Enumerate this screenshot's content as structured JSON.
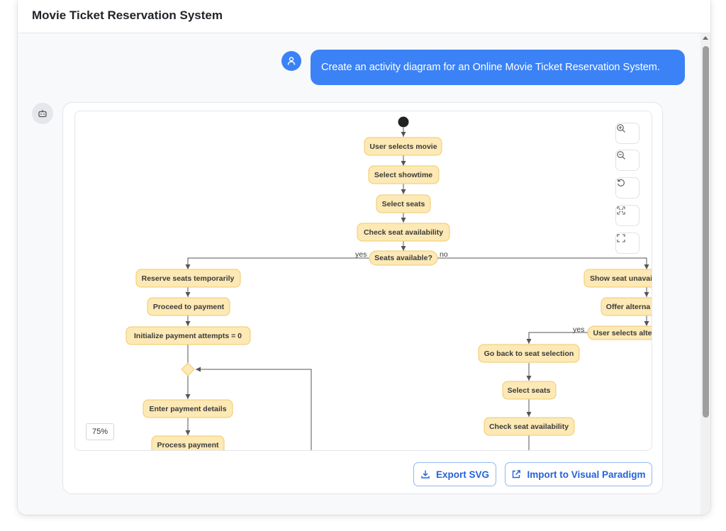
{
  "window": {
    "title": "Movie Ticket Reservation System"
  },
  "chat": {
    "user_message": "Create an activity diagram for an Online Movie Ticket Reservation System.",
    "user_avatar_icon": "user-icon",
    "bot_avatar_icon": "bot-icon"
  },
  "diagram": {
    "zoom": "75%",
    "controls": [
      "zoom-in-icon",
      "zoom-out-icon",
      "reset-icon",
      "fit-icon",
      "fullscreen-icon"
    ],
    "nodes": {
      "user_selects_movie": "User selects movie",
      "select_showtime": "Select showtime",
      "select_seats": "Select seats",
      "check_seat_availability": "Check seat availability",
      "seats_available": "Seats available?",
      "reserve_seats": "Reserve seats temporarily",
      "proceed_payment": "Proceed to payment",
      "init_attempts": "Initialize payment attempts = 0",
      "enter_payment": "Enter payment details",
      "process_payment": "Process payment",
      "show_unavailable": "Show seat unavai",
      "offer_alternatives": "Offer alterna",
      "user_selects_alt": "User selects alte",
      "go_back": "Go back to seat selection",
      "select_seats_2": "Select seats",
      "check_availability_2": "Check seat availability"
    },
    "labels": {
      "yes": "yes",
      "no": "no",
      "yes2": "yes"
    }
  },
  "actions": {
    "export_svg": "Export SVG",
    "import_vp": "Import to Visual Paradigm"
  },
  "colors": {
    "accent": "#3b82f6",
    "node_fill": "#fde9b5",
    "node_stroke": "#f1c96a",
    "button_text": "#2463d9"
  }
}
